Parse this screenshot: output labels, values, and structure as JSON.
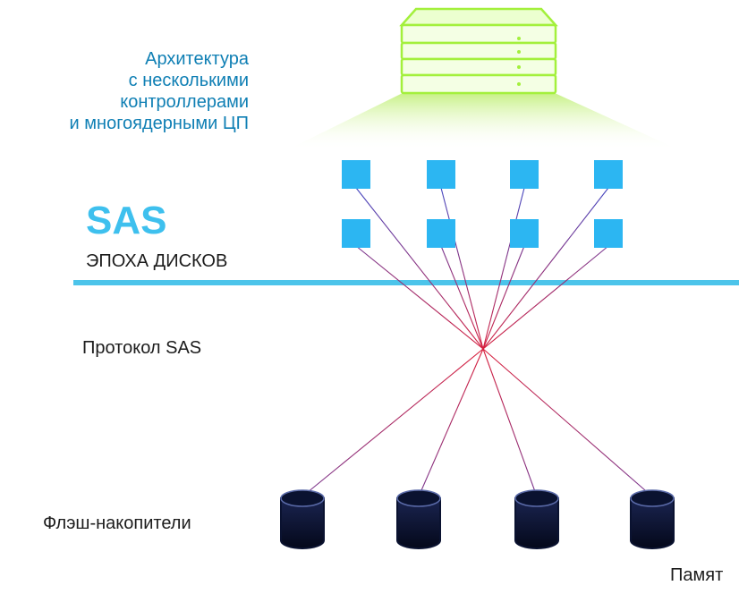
{
  "labels": {
    "architecture": [
      "Архитектура",
      "с несколькими",
      "контроллерами",
      "и многоядерными ЦП"
    ],
    "sas_title": "SAS",
    "era": "ЭПОХА ДИСКОВ",
    "protocol": "Протокол SAS",
    "flash": "Флэш-накопители",
    "memory": "Памят"
  },
  "colors": {
    "accent_text": "#0f7fb4",
    "sas_title": "#3ec0ee",
    "bus_line": "#4cc4ea",
    "node_fill": "#2cb6f2",
    "server_green": "#a3f03c",
    "line_blue": "#3a48c8",
    "line_red": "#d81e3c",
    "disk_fill": "#0a1230"
  },
  "icons": {
    "server": "server-stack-icon",
    "node": "controller-port-square",
    "disk": "database-cylinder-icon"
  },
  "diagram": {
    "controller_ports": 8,
    "flash_drives": 4
  }
}
